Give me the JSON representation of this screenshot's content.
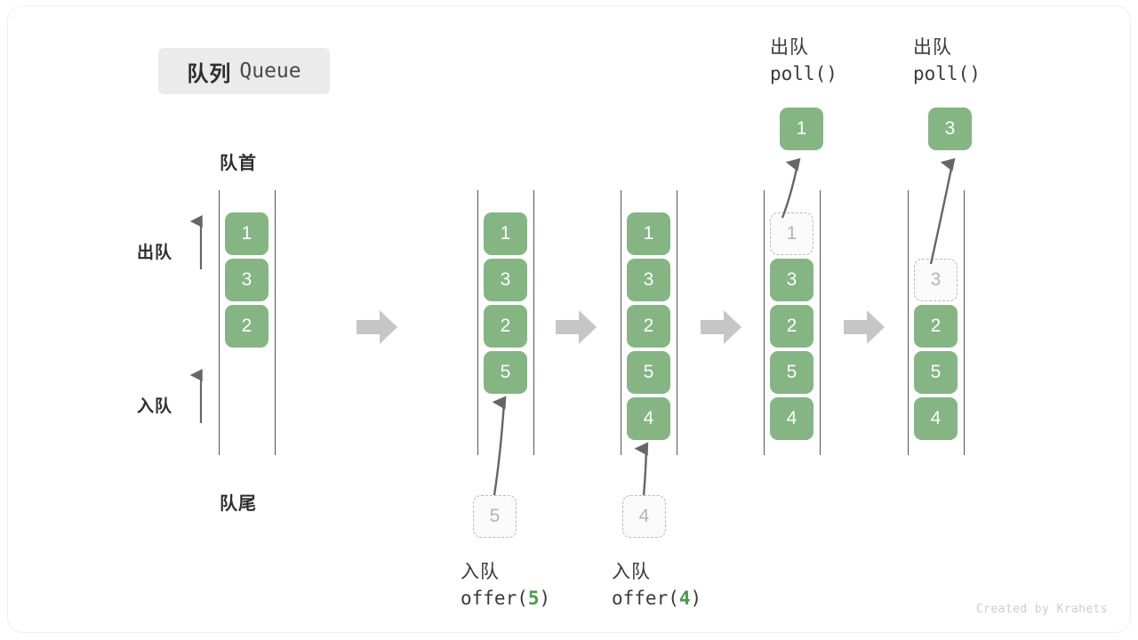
{
  "title": {
    "cn": "队列",
    "en": "Queue"
  },
  "labels": {
    "front": "队首",
    "rear": "队尾",
    "dequeue_side": "出队",
    "enqueue_side": "入队"
  },
  "colors": {
    "element": "#84b583",
    "ghost_border": "#b9b9b9",
    "ghost_text": "#b5b5b5",
    "rail": "#555555",
    "step_arrow": "#c6c6c6",
    "badge_bg": "#ebebeb",
    "arg_green": "#4c9a4c"
  },
  "columns": [
    {
      "name": "initial",
      "cells": [
        {
          "value": "1",
          "state": "filled"
        },
        {
          "value": "3",
          "state": "filled"
        },
        {
          "value": "2",
          "state": "filled"
        }
      ]
    },
    {
      "name": "after-offer-5",
      "cells": [
        {
          "value": "1",
          "state": "filled"
        },
        {
          "value": "3",
          "state": "filled"
        },
        {
          "value": "2",
          "state": "filled"
        },
        {
          "value": "5",
          "state": "filled"
        }
      ]
    },
    {
      "name": "after-offer-4",
      "cells": [
        {
          "value": "1",
          "state": "filled"
        },
        {
          "value": "3",
          "state": "filled"
        },
        {
          "value": "2",
          "state": "filled"
        },
        {
          "value": "5",
          "state": "filled"
        },
        {
          "value": "4",
          "state": "filled"
        }
      ]
    },
    {
      "name": "after-poll-1",
      "cells": [
        {
          "value": "1",
          "state": "ghost"
        },
        {
          "value": "3",
          "state": "filled"
        },
        {
          "value": "2",
          "state": "filled"
        },
        {
          "value": "5",
          "state": "filled"
        },
        {
          "value": "4",
          "state": "filled"
        }
      ]
    },
    {
      "name": "after-poll-3",
      "cells": [
        {
          "value": "",
          "state": "empty"
        },
        {
          "value": "3",
          "state": "ghost"
        },
        {
          "value": "2",
          "state": "filled"
        },
        {
          "value": "5",
          "state": "filled"
        },
        {
          "value": "4",
          "state": "filled"
        }
      ]
    }
  ],
  "incoming": [
    {
      "value": "5",
      "caption_cn": "入队",
      "caption_fn": "offer(",
      "caption_arg": "5",
      "caption_close": ")"
    },
    {
      "value": "4",
      "caption_cn": "入队",
      "caption_fn": "offer(",
      "caption_arg": "4",
      "caption_close": ")"
    }
  ],
  "outgoing": [
    {
      "value": "1",
      "caption_cn": "出队",
      "caption_code": "poll()"
    },
    {
      "value": "3",
      "caption_cn": "出队",
      "caption_code": "poll()"
    }
  ],
  "credit": "Created by Krahets"
}
